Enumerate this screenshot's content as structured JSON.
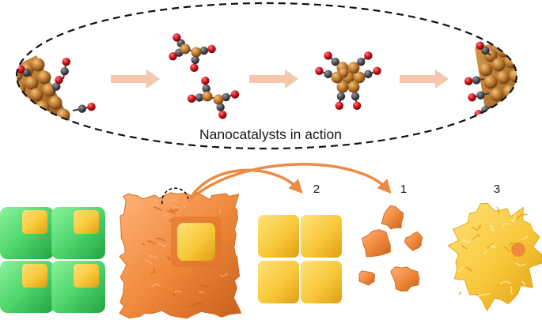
{
  "caption": "Nanocatalysts in action",
  "step_labels": [
    "2",
    "1",
    "3"
  ],
  "colors": {
    "copper": "#b9772f",
    "copper_light": "#d89a4f",
    "carbon": "#4d4d52",
    "oxygen": "#d1121a",
    "arrow_peach": "#f6c6ad",
    "green": "#4fd66c",
    "yellow": "#f8c83a",
    "orange": "#f08a3c",
    "flow_arrow": "#ee8a43"
  },
  "icons": [
    "dashed-ellipse-frame",
    "peach-arrow",
    "flow-arrow"
  ]
}
